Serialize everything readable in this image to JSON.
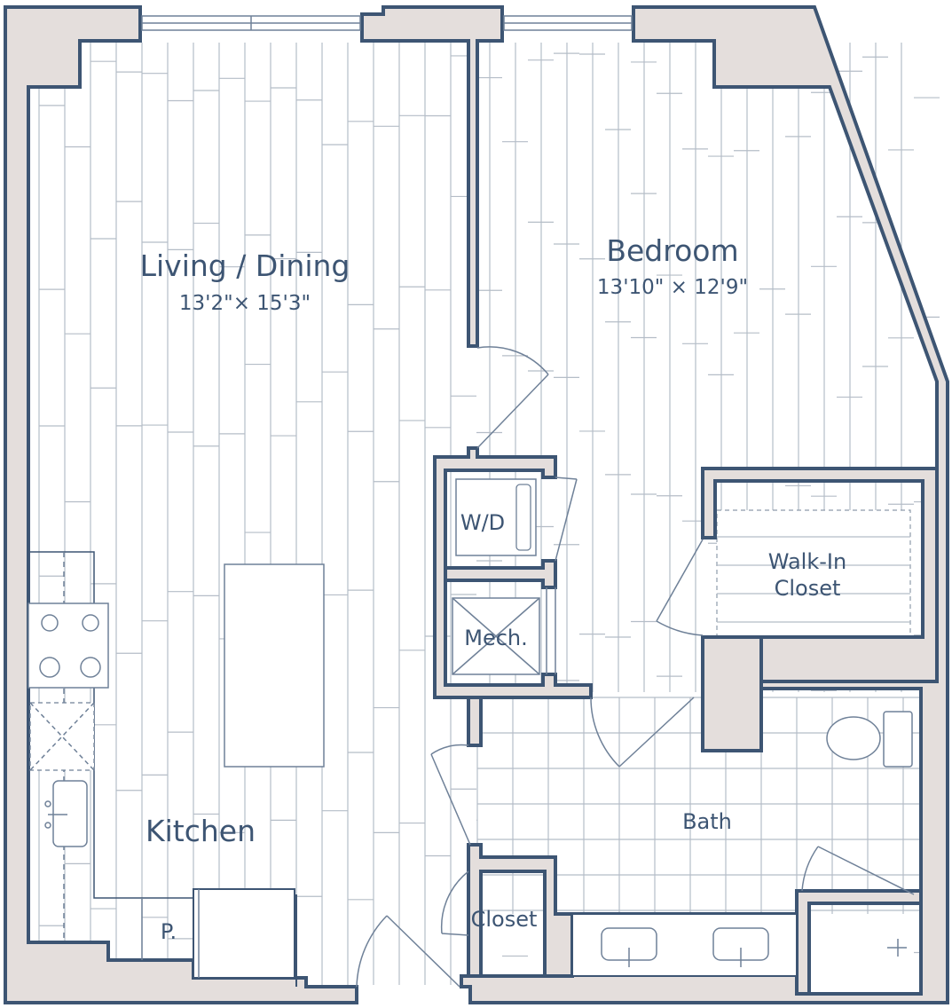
{
  "rooms": {
    "living": {
      "name": "Living / Dining",
      "dims": "13'2\"× 15'3\""
    },
    "bedroom": {
      "name": "Bedroom",
      "dims": "13'10\" × 12'9\""
    },
    "walkin": {
      "line1": "Walk-In",
      "line2": "Closet"
    },
    "kitchen": {
      "name": "Kitchen"
    },
    "bath": {
      "name": "Bath"
    },
    "closet": {
      "name": "Closet"
    },
    "wd": {
      "name": "W/D"
    },
    "mech": {
      "name": "Mech."
    },
    "pantry": {
      "name": "P."
    }
  },
  "colors": {
    "wall_fill": "#e4dedc",
    "wall_line": "#3d5573",
    "text": "#3d5573",
    "floor_lines": "#b5bdc7"
  }
}
